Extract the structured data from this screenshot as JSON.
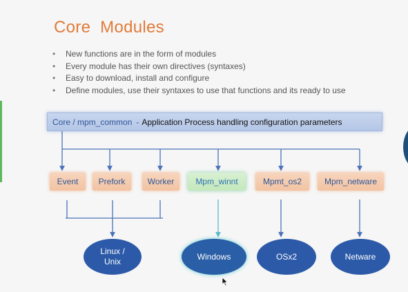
{
  "slide": {
    "title": "Core  Modules",
    "bullets": [
      "New functions are in the form of modules",
      "Every module has their own directives (syntaxes)",
      "Easy to download, install and configure",
      "Define modules, use their syntaxes to use that functions and its ready to use"
    ],
    "core_bar": {
      "name": "Core / mpm_common",
      "separator": "-",
      "description": "Application Process handling configuration parameters"
    },
    "modules": [
      {
        "label": "Event",
        "style": "orange"
      },
      {
        "label": "Prefork",
        "style": "orange"
      },
      {
        "label": "Worker",
        "style": "orange"
      },
      {
        "label": "Mpm_winnt",
        "style": "green"
      },
      {
        "label": "Mpmt_os2",
        "style": "orange"
      },
      {
        "label": "Mpm_netware",
        "style": "orange"
      }
    ],
    "platforms": [
      {
        "label": "Linux / Unix",
        "line1": "Linux /",
        "line2": "Unix"
      },
      {
        "label": "Windows"
      },
      {
        "label": "OSx2"
      },
      {
        "label": "Netware"
      }
    ]
  },
  "colors": {
    "title": "#e07b39",
    "bullet_text": "#555555",
    "core_bar_fill": "#c8d6ef",
    "module_orange": "#f7d5bd",
    "module_green": "#d8f0d2",
    "module_text": "#2e5597",
    "platform_fill": "#2c5aa8",
    "connector": "#4a72b8",
    "windows_connector": "#5ab8c8",
    "left_accent": "#5cb85c"
  }
}
